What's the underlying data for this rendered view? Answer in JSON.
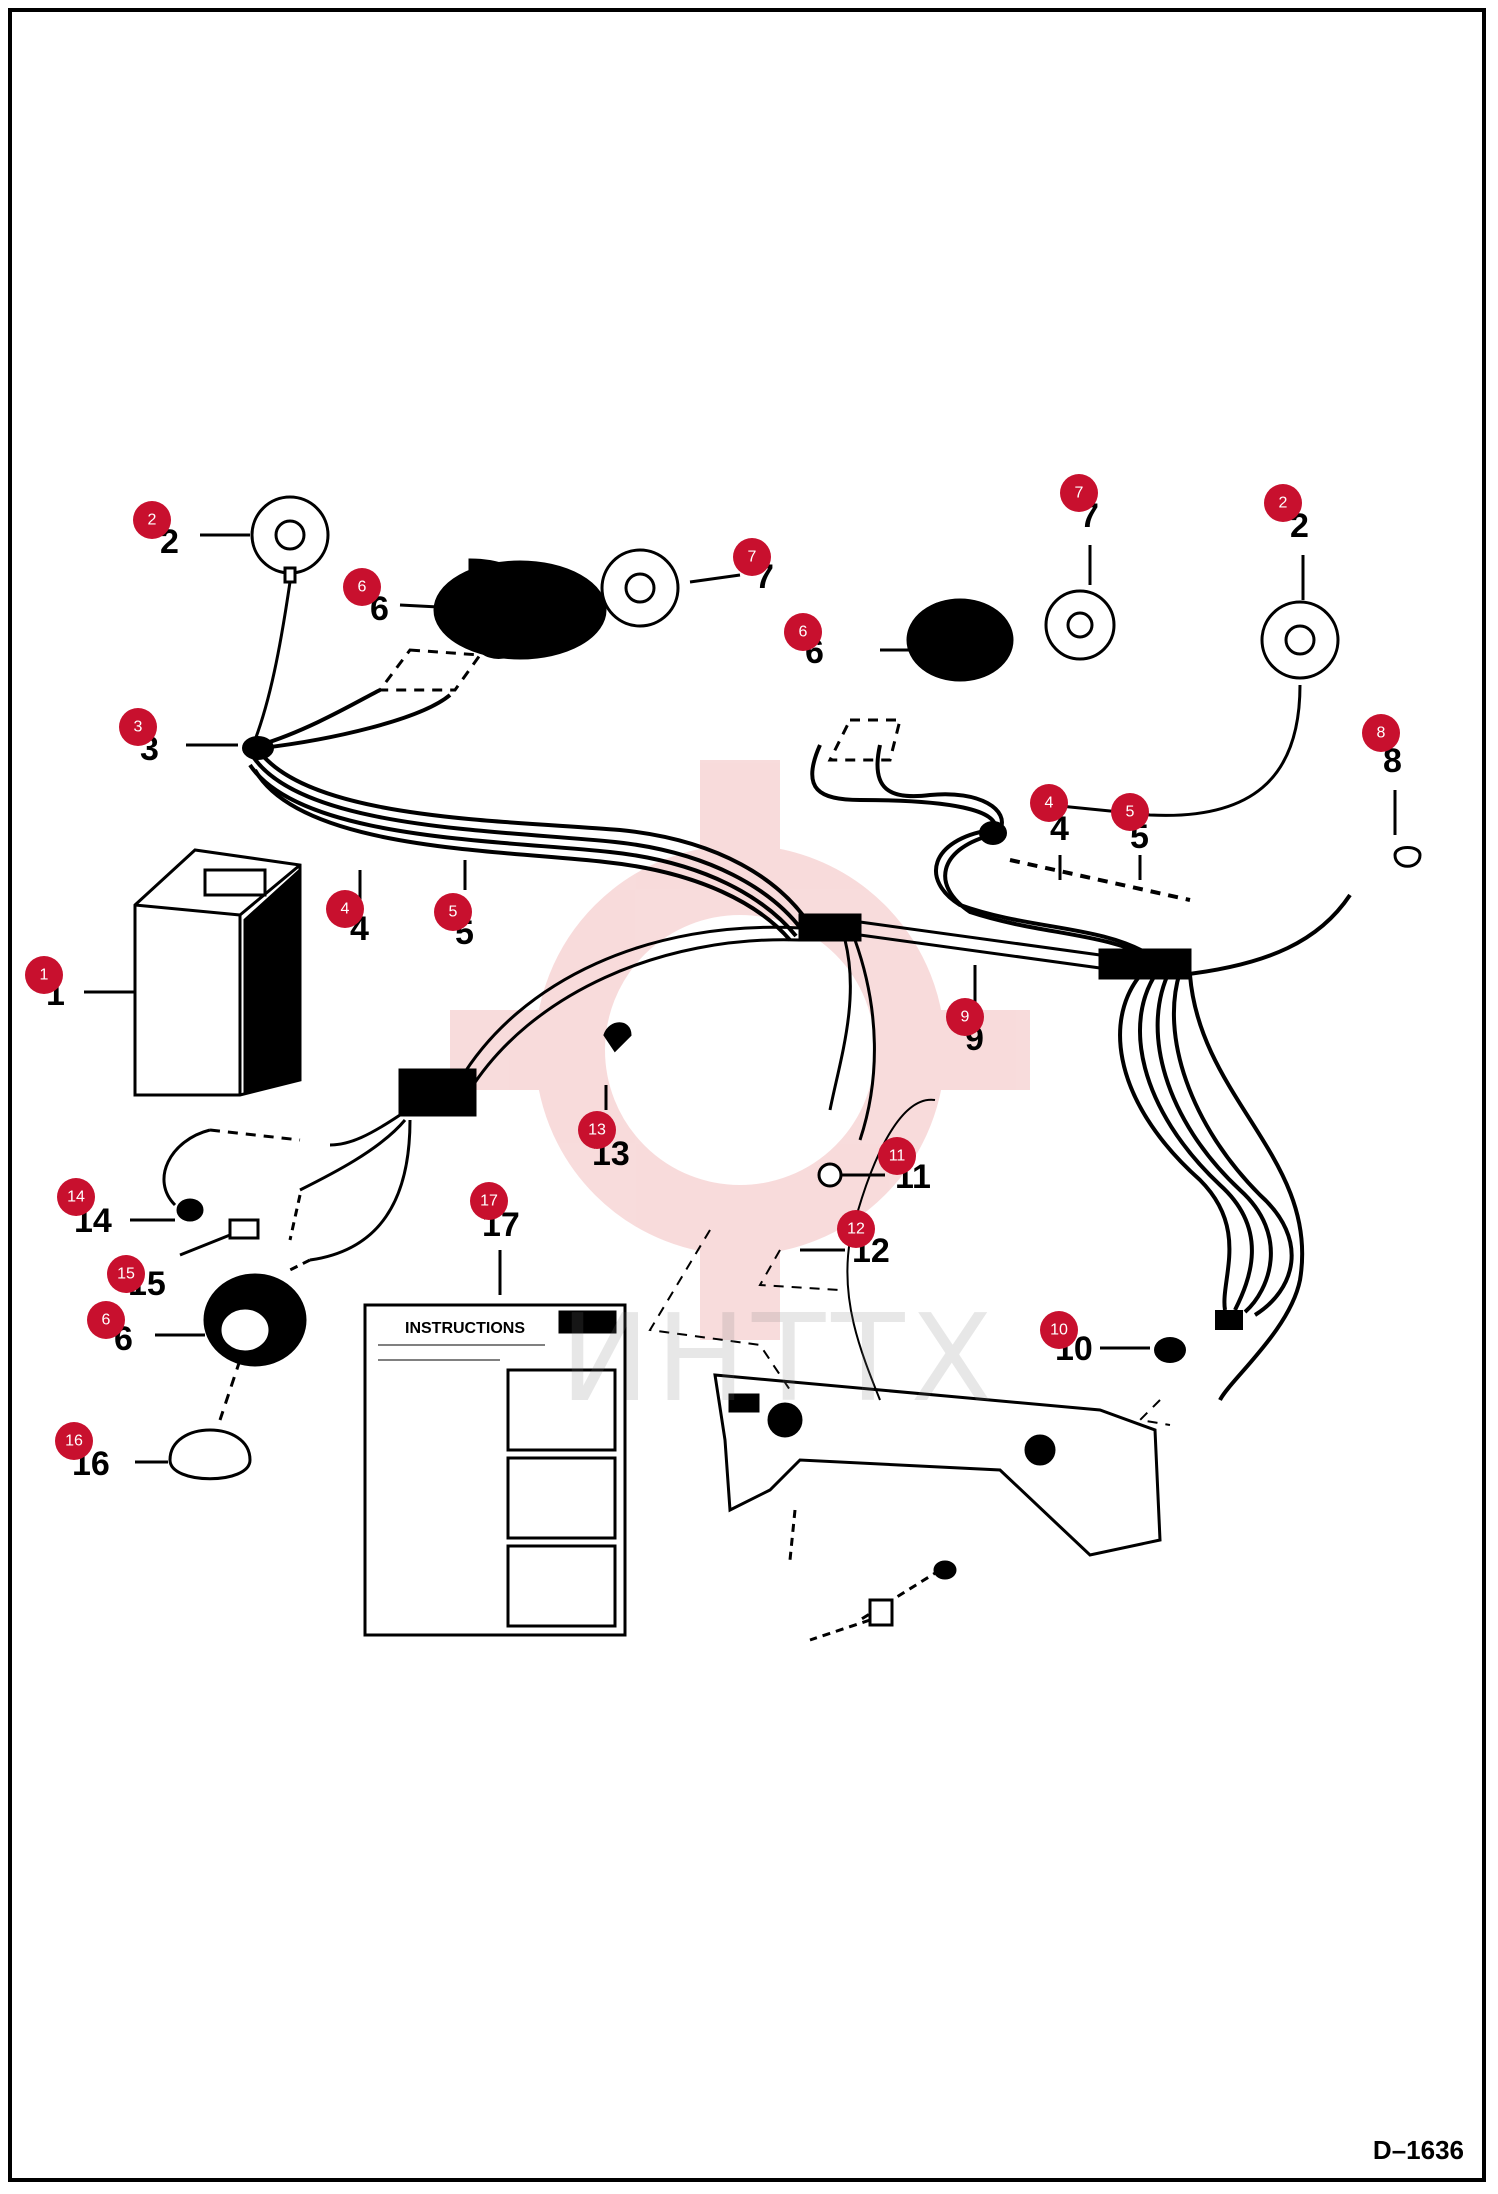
{
  "drawing_code": "D–1636",
  "watermark_text": "ИНТТХ",
  "instruction_sheet_title": "INSTRUCTIONS",
  "part_labels": [
    "1",
    "2",
    "3",
    "4",
    "5",
    "6",
    "7",
    "8",
    "9",
    "10",
    "11",
    "12",
    "13",
    "14",
    "15",
    "16",
    "17"
  ],
  "colors": {
    "badge": "#c8102e",
    "line": "#000000",
    "watermark": "#f3c9c9"
  }
}
